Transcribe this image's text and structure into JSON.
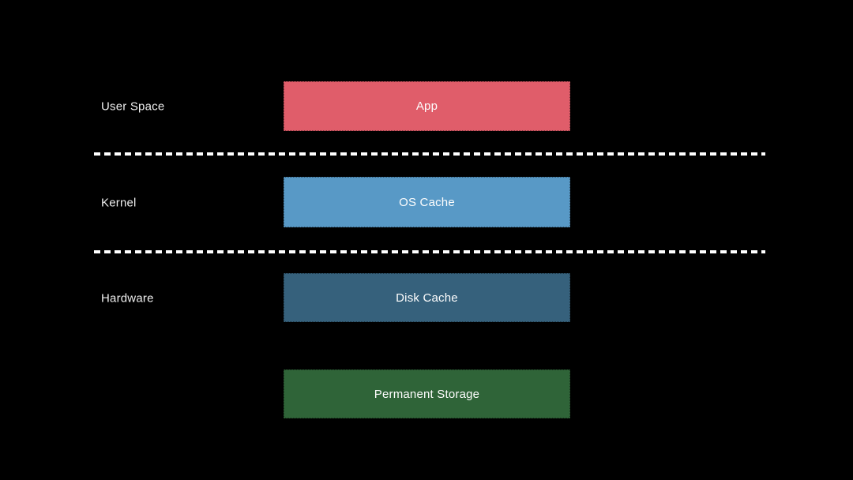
{
  "diagram": {
    "background_color": "#000000",
    "label_text_color": "#efefef",
    "box_text_color": "#fdfdfd",
    "divider_color": "#ffffff",
    "divider_style": "dashed",
    "layers": [
      {
        "label": "User Space",
        "boxes": [
          {
            "label": "App",
            "color": "#e05d6a"
          }
        ]
      },
      {
        "label": "Kernel",
        "boxes": [
          {
            "label": "OS Cache",
            "color": "#5899c6"
          }
        ]
      },
      {
        "label": "Hardware",
        "boxes": [
          {
            "label": "Disk Cache",
            "color": "#36617c"
          },
          {
            "label": "Permanent Storage",
            "color": "#2f6438"
          }
        ]
      }
    ]
  }
}
